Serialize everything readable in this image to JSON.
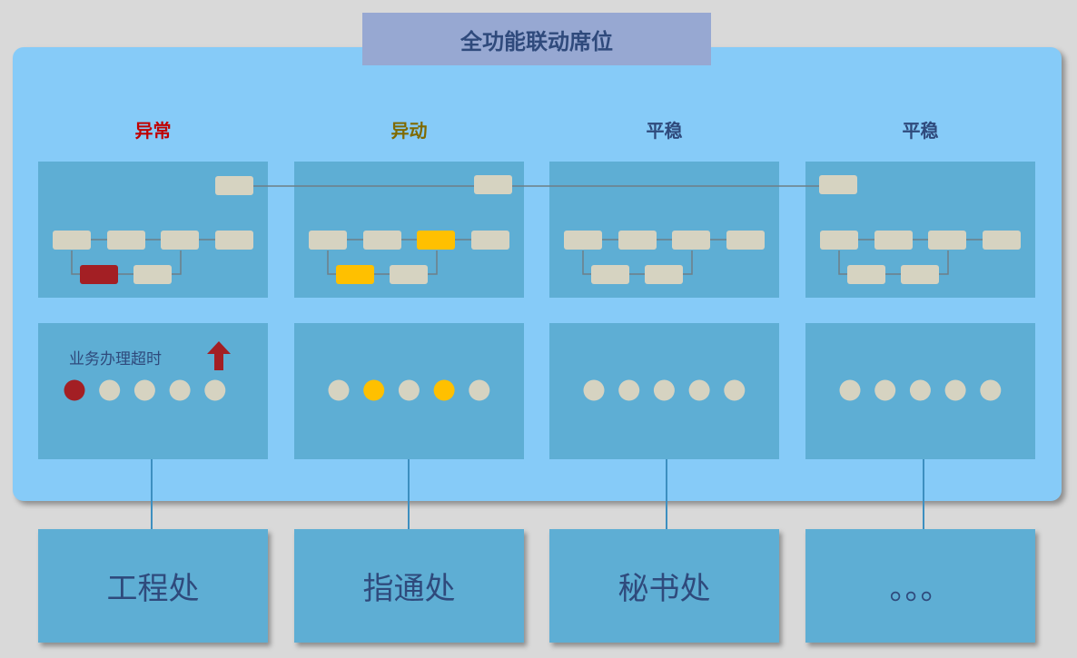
{
  "title": "全功能联动席位",
  "columns": [
    {
      "status": "异常",
      "status_color": "#c00000",
      "department": "工程处",
      "flow_highlight": [
        "red"
      ],
      "dots": [
        "red",
        "beige",
        "beige",
        "beige",
        "beige"
      ]
    },
    {
      "status": "异动",
      "status_color": "#7f6a00",
      "department": "指通处",
      "flow_highlight": [
        "yellow",
        "yellow"
      ],
      "dots": [
        "beige",
        "yellow",
        "beige",
        "yellow",
        "beige"
      ]
    },
    {
      "status": "平稳",
      "status_color": "#2f4a7c",
      "department": "秘书处",
      "flow_highlight": [],
      "dots": [
        "beige",
        "beige",
        "beige",
        "beige",
        "beige"
      ]
    },
    {
      "status": "平稳",
      "status_color": "#2f4a7c",
      "department": "。。。",
      "flow_highlight": [],
      "dots": [
        "beige",
        "beige",
        "beige",
        "beige",
        "beige"
      ]
    }
  ],
  "alert": {
    "text": "业务办理超时",
    "icon": "up-arrow-icon"
  },
  "colors": {
    "red": "#a31f24",
    "yellow": "#ffc000",
    "beige": "#d6d3c1",
    "box": "#5eaed4",
    "panel": "#86cbf8"
  }
}
